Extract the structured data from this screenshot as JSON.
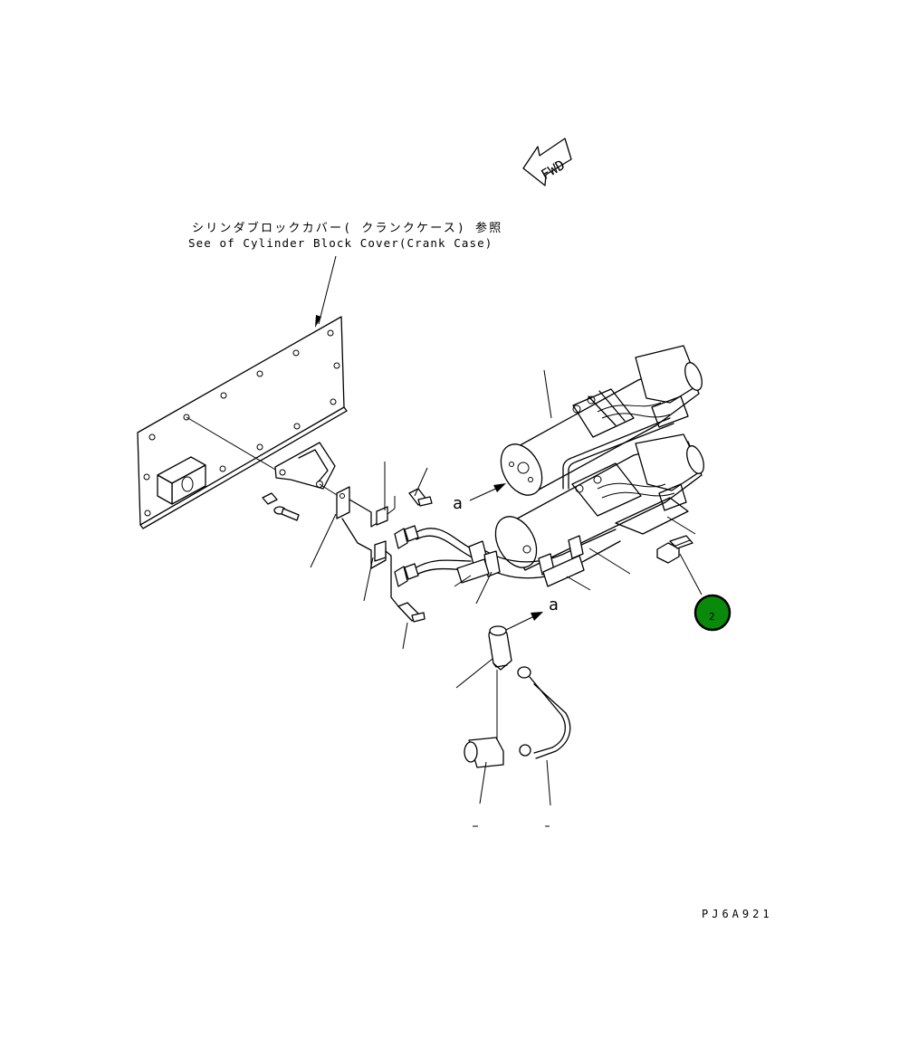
{
  "fwd_label": "FWD",
  "reference": {
    "jp": "シリンダブロックカバー( クランクケース) 参照",
    "en": "See of Cylinder Block Cover(Crank Case)"
  },
  "view_marker": {
    "upper": "a",
    "lower": "a"
  },
  "callout": {
    "number": "2",
    "color": "#0a8a0a"
  },
  "drawing_code": "PJ6A921"
}
